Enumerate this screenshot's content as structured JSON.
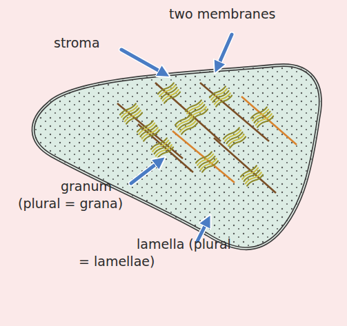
{
  "diagram": {
    "labels": [
      "stroma",
      "two membranes",
      "granum (plural = grana)",
      "lamella (plural = lamellae)"
    ]
  }
}
